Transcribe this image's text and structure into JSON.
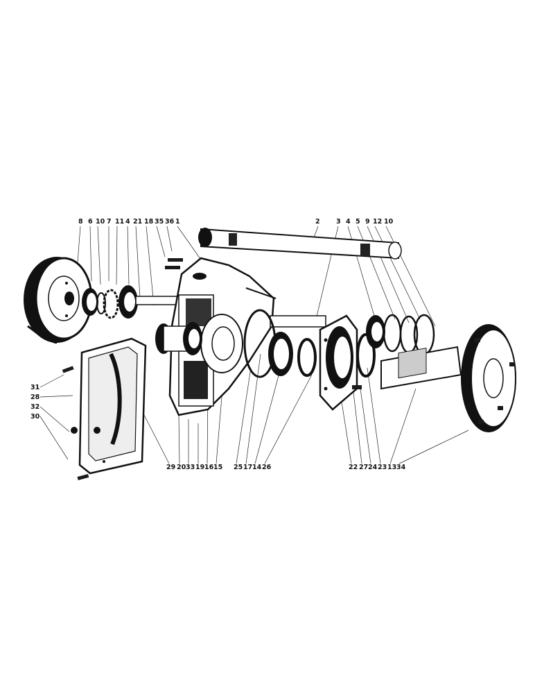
{
  "labels_top_left": [
    "8",
    "6",
    "10",
    "7",
    "11",
    "4",
    "21",
    "18",
    "35",
    "36",
    "1"
  ],
  "labels_top_right": [
    "2",
    "3",
    "4",
    "5",
    "9",
    "12",
    "10"
  ],
  "labels_left_side": [
    "31",
    "28",
    "32",
    "30"
  ],
  "labels_bottom_center": [
    "29",
    "20",
    "33",
    "19",
    "16",
    "15"
  ],
  "labels_bottom_mid": [
    "25",
    "17",
    "14",
    "26"
  ],
  "labels_bottom_right": [
    "22",
    "27",
    "24",
    "23",
    "13",
    "34"
  ]
}
